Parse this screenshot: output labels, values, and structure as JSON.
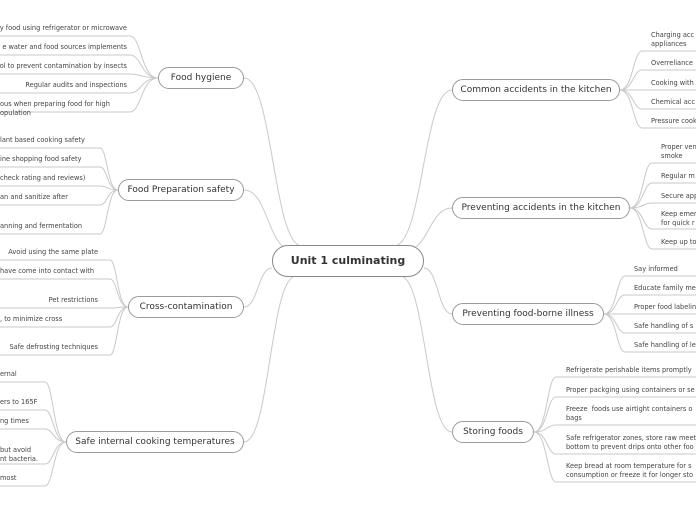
{
  "central": "Unit 1 culminating",
  "left": [
    {
      "label": "Food hygiene",
      "leaves": [
        "y food using refrigerator or microwave",
        "e water and food sources implements",
        "ol to prevent contamination by insects",
        "Regular audits and inspections",
        "ous when preparing food for high\nopulation"
      ]
    },
    {
      "label": "Food Preparation safety",
      "leaves": [
        "lant based cooking safety",
        "ine shopping food safety",
        "check rating and reviews)",
        "an and sanitize after",
        "anning and fermentation"
      ]
    },
    {
      "label": "Cross-contamination",
      "leaves": [
        "Avoid using the same plate",
        "have come into contact with",
        "Pet restrictions",
        ", to minimize cross",
        "Safe defrosting techniques"
      ]
    },
    {
      "label": "Safe internal cooking temperatures",
      "leaves": [
        "ernal",
        "ers to 165F",
        "ng times",
        "but avoid\nnt bacteria.",
        "most"
      ]
    }
  ],
  "right": [
    {
      "label": "Common accidents in the kitchen",
      "leaves": [
        "Charging acc\nappliances",
        "Overreliance",
        "Cooking with",
        "Chemical acc",
        "Pressure cook"
      ]
    },
    {
      "label": "Preventing accidents in the kitchen",
      "leaves": [
        "Proper ven\nsmoke",
        "Regular m",
        "Secure app",
        "Keep emer\nfor quick r",
        "Keep up to"
      ]
    },
    {
      "label": "Preventing food-borne illness",
      "leaves": [
        "Say informed",
        "Educate family me",
        "Proper food labelin",
        "Safe handling of s",
        "Safe handling of le"
      ]
    },
    {
      "label": "Storing foods",
      "leaves": [
        "Refrigerate perishable items promptly",
        "Proper packging using containers or se",
        "Freeze  foods use airtight containers o\nbags",
        "Safe refrigerator zones, store raw meet\nbottom to prevent drips onto other foo",
        "Keep bread at room temperature for s\nconsumption or freeze it for longer sto"
      ]
    }
  ]
}
